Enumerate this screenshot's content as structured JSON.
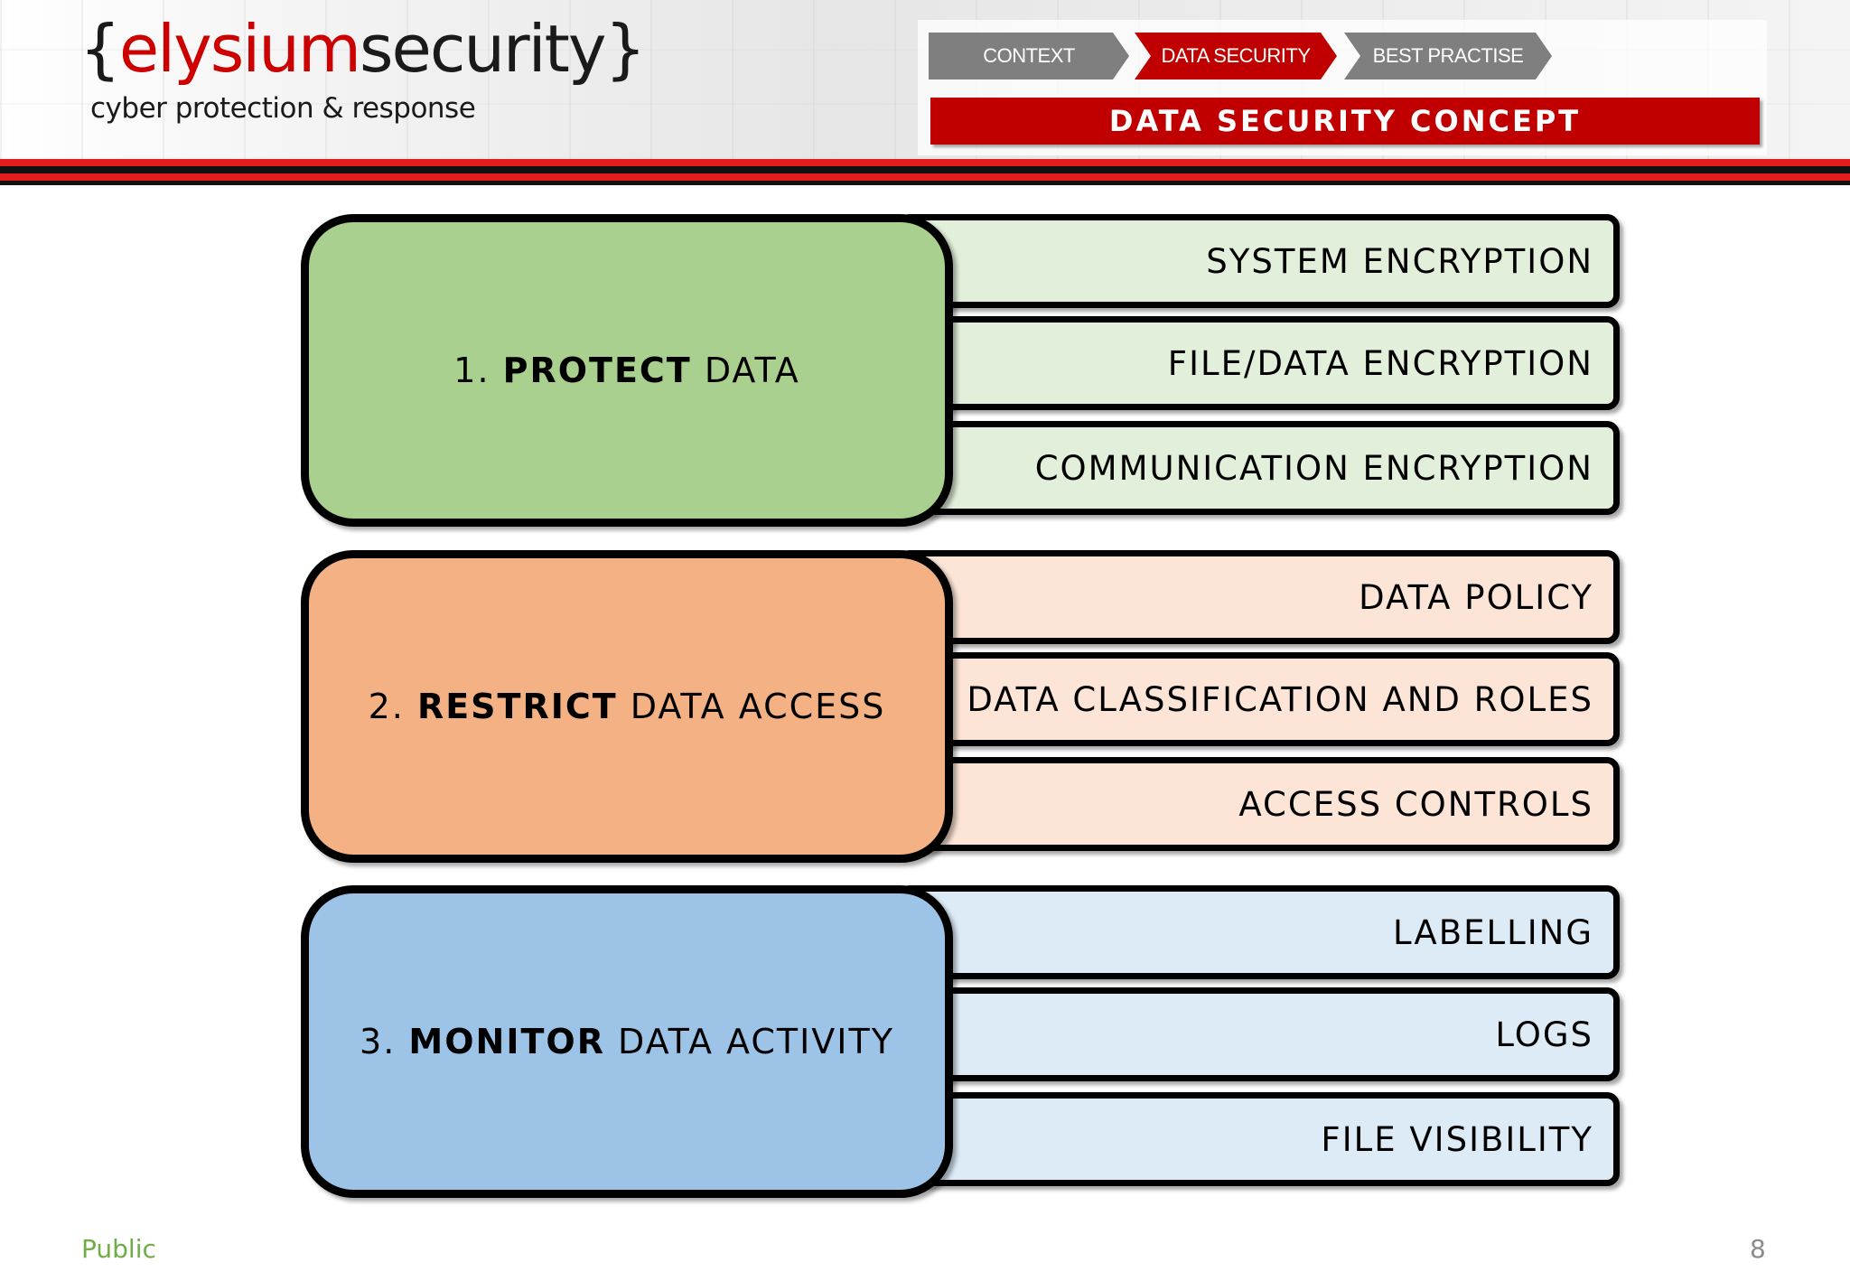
{
  "header": {
    "logo": {
      "brace_open": "{",
      "part1": "elysium",
      "part2": "security",
      "brace_close": "}"
    },
    "tagline": "cyber protection & response",
    "breadcrumbs": [
      "CONTEXT",
      "DATA SECURITY",
      "BEST PRACTISE"
    ],
    "active_crumb": "DATA SECURITY",
    "section_title": "DATA SECURITY CONCEPT"
  },
  "colors": {
    "accent_red": "#c00000",
    "crumb_gray": "#7f7f7f",
    "protect": "#a9d08e",
    "restrict": "#f4b183",
    "monitor": "#9dc3e6",
    "footer_green": "#70ad47"
  },
  "diagram": {
    "groups": [
      {
        "number": "1.",
        "keyword": "PROTECT",
        "rest": "DATA",
        "items": [
          "SYSTEM ENCRYPTION",
          "FILE/DATA ENCRYPTION",
          "COMMUNICATION ENCRYPTION"
        ]
      },
      {
        "number": "2.",
        "keyword": "RESTRICT",
        "rest": "DATA ACCESS",
        "items": [
          "DATA POLICY",
          "DATA CLASSIFICATION AND ROLES",
          "ACCESS CONTROLS"
        ]
      },
      {
        "number": "3.",
        "keyword": "MONITOR",
        "rest": "DATA ACTIVITY",
        "items": [
          "LABELLING",
          "LOGS",
          "FILE VISIBILITY"
        ]
      }
    ]
  },
  "footer": {
    "classification": "Public",
    "page_number": "8"
  }
}
